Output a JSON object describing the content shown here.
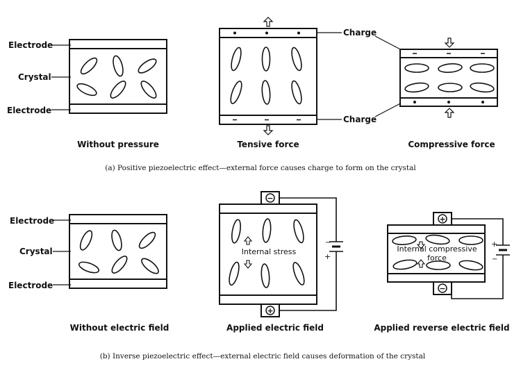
{
  "part_a": {
    "caption": "(a) Positive piezoelectric effect—external force causes charge to form on the crystal",
    "left_labels": {
      "electrode_top": "Electrode",
      "crystal": "Crystal",
      "electrode_bottom": "Electrode"
    },
    "charge_top": "Charge",
    "charge_bottom": "Charge",
    "titles": [
      "Without pressure",
      "Tensive force",
      "Compressive force"
    ],
    "symbols": {
      "plus": "+",
      "minus": "−"
    }
  },
  "part_b": {
    "caption": "(b) Inverse piezoelectric effect—external electric field causes deformation of the crystal",
    "left_labels": {
      "electrode_top": "Electrode",
      "crystal": "Crystal",
      "electrode_bottom": "Electrode"
    },
    "titles": [
      "Without electric field",
      "Applied electric field",
      "Applied reverse electric field"
    ],
    "internal_stress": "Internal stress",
    "internal_compressive_line1": "Internal compressive",
    "internal_compressive_line2": "force",
    "terminal_plus": "+",
    "terminal_minus": "−",
    "battery_plus": "+",
    "battery_minus": "−"
  }
}
